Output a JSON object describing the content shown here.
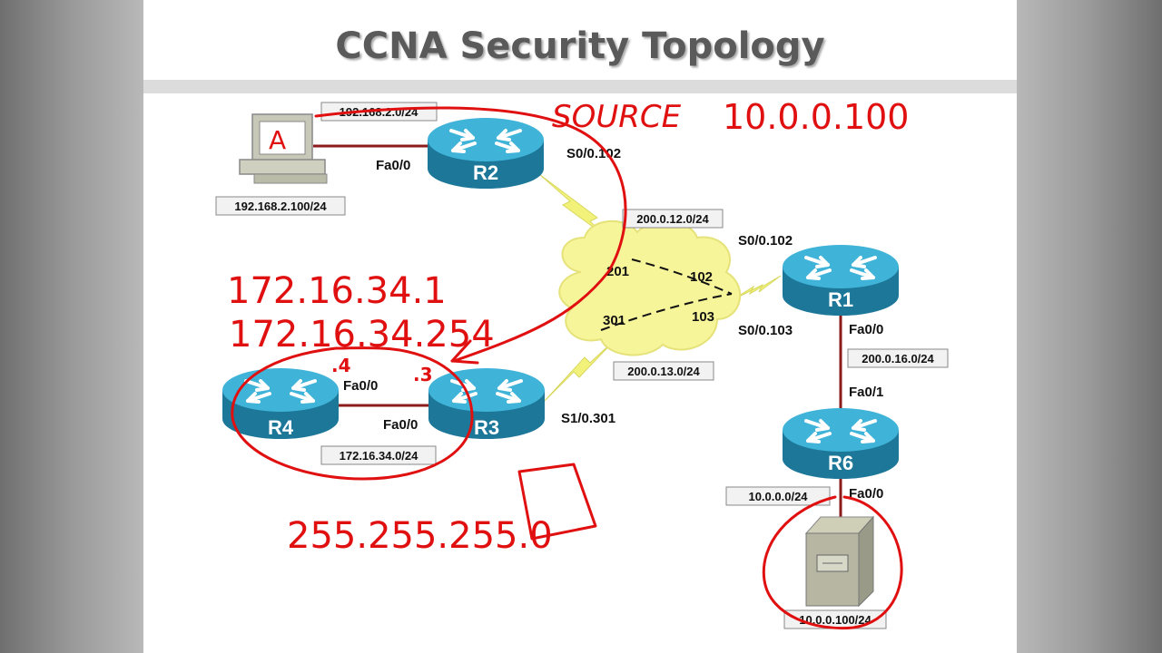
{
  "slide": {
    "title": "CCNA Security Topology"
  },
  "routers": {
    "r1": "R1",
    "r2": "R2",
    "r3": "R3",
    "r4": "R4",
    "r6": "R6"
  },
  "host_a": {
    "label": "A",
    "ip": "192.168.2.100/24"
  },
  "server": {
    "ip": "10.0.0.100/24"
  },
  "networks": {
    "lan_r2": "192.168.2.0/24",
    "wan_r2": "200.0.12.0/24",
    "wan_r3": "200.0.13.0/24",
    "lan_r3_r4": "172.16.34.0/24",
    "link_r1_r6": "200.0.16.0/24",
    "lan_r6": "10.0.0.0/24"
  },
  "interfaces": {
    "r2_fa": "Fa0/0",
    "r2_s": "S0/0.102",
    "r1_s102": "S0/0.102",
    "r1_s103": "S0/0.103",
    "r1_fa": "Fa0/0",
    "r6_fa01": "Fa0/1",
    "r6_fa00": "Fa0/0",
    "r4_fa": "Fa0/0",
    "r3_fa": "Fa0/0",
    "r3_s": "S1/0.301"
  },
  "dlci": {
    "d201": "201",
    "d102": "102",
    "d301": "301",
    "d103": "103"
  },
  "annotations": {
    "source_label": "SOURCE",
    "source_ip": "10.0.0.100",
    "ip1": "172.16.34.1",
    "ip2": "172.16.34.254",
    "mask": "255.255.255.0",
    "r4_host": ".4",
    "r3_host": ".3"
  },
  "colors": {
    "router_fill": "#1f7fa0",
    "router_top": "#33a9cf",
    "link": "#8b1a1a",
    "serial": "#f2f27a",
    "cloud": "#f7f59a",
    "annotation": "#e01010"
  }
}
